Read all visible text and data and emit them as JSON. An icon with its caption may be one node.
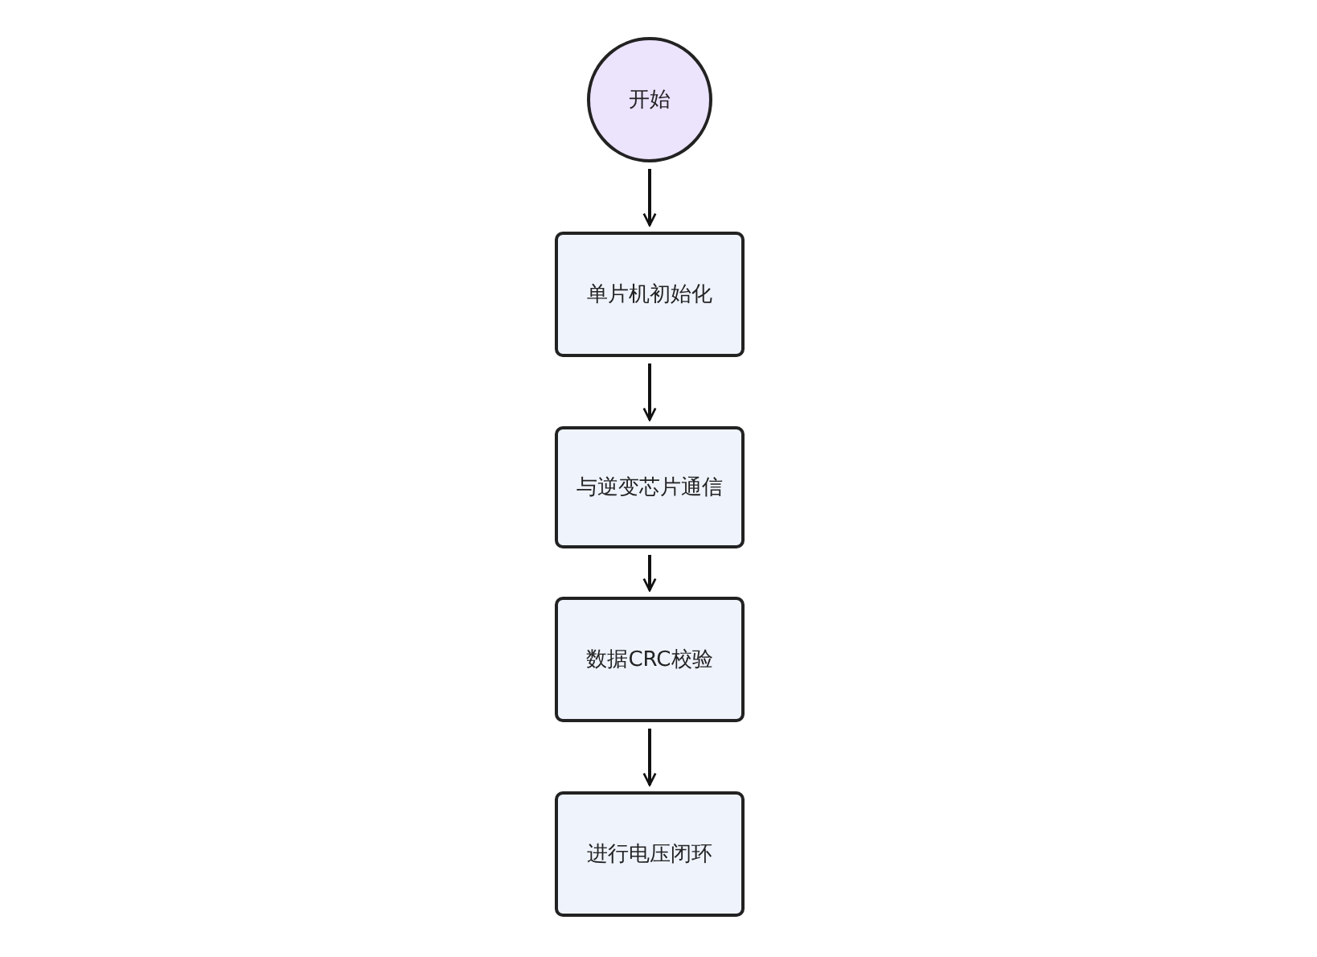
{
  "diagram": {
    "nodes": [
      {
        "text": [
          "开始"
        ]
      },
      {
        "text": [
          "单片机初始化"
        ]
      },
      {
        "text": [
          "与逆变芯片通信"
        ]
      },
      {
        "text": [
          "数据CRC校验"
        ]
      },
      {
        "text": [
          "进行电压闭环"
        ]
      }
    ],
    "edges": [
      {
        "from": 0,
        "to": 1,
        "arrow": "to"
      },
      {
        "from": 1,
        "to": 2,
        "arrow": "to"
      },
      {
        "from": 2,
        "to": 3,
        "arrow": "to"
      },
      {
        "from": 3,
        "to": 4,
        "arrow": "to"
      }
    ]
  }
}
